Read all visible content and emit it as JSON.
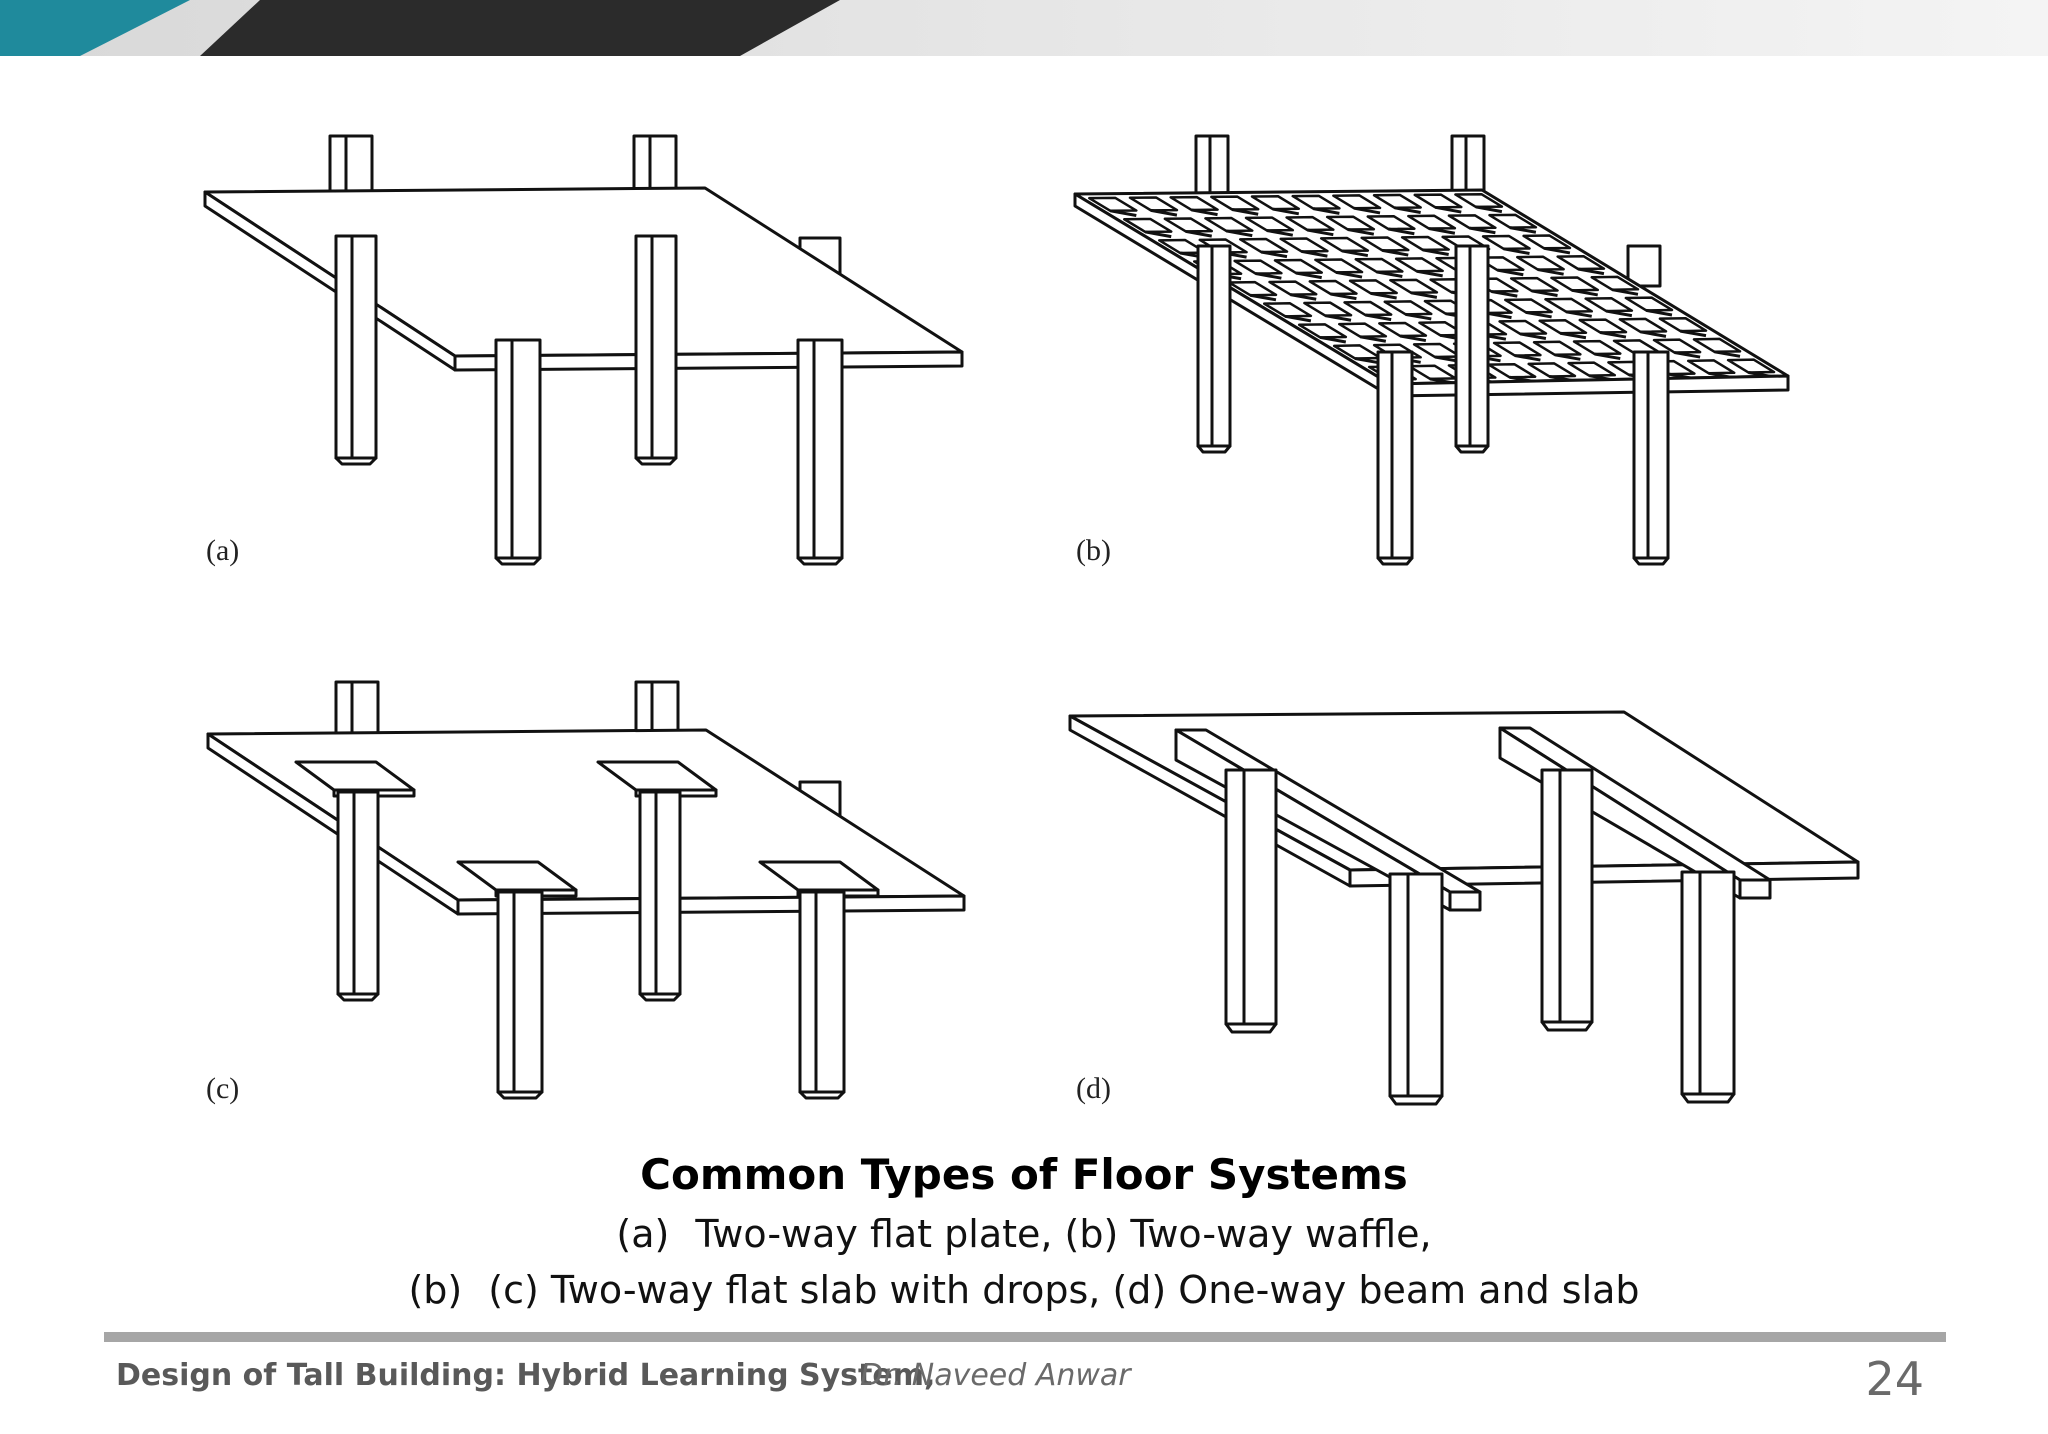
{
  "figure": {
    "panel_labels": [
      "(a)",
      "(b)",
      "(c)",
      "(d)"
    ]
  },
  "caption": {
    "title": "Common Types of Floor Systems",
    "line1_tag": "(a)",
    "line1_text": "Two-way flat plate, (b) Two-way waffle,",
    "line2_tag": "(b)",
    "line2_text": "(c) Two-way flat slab with drops, (d) One-way beam and slab"
  },
  "footer": {
    "course": "Design of Tall Building: Hybrid Learning System,",
    "author": "Dr. Naveed Anwar",
    "page_number": "24"
  },
  "colors": {
    "banner_teal": "#1f8a9c",
    "banner_dark": "#2b2b2b",
    "banner_light": "#e6e6e6",
    "footer_rule": "#a6a6a6"
  }
}
